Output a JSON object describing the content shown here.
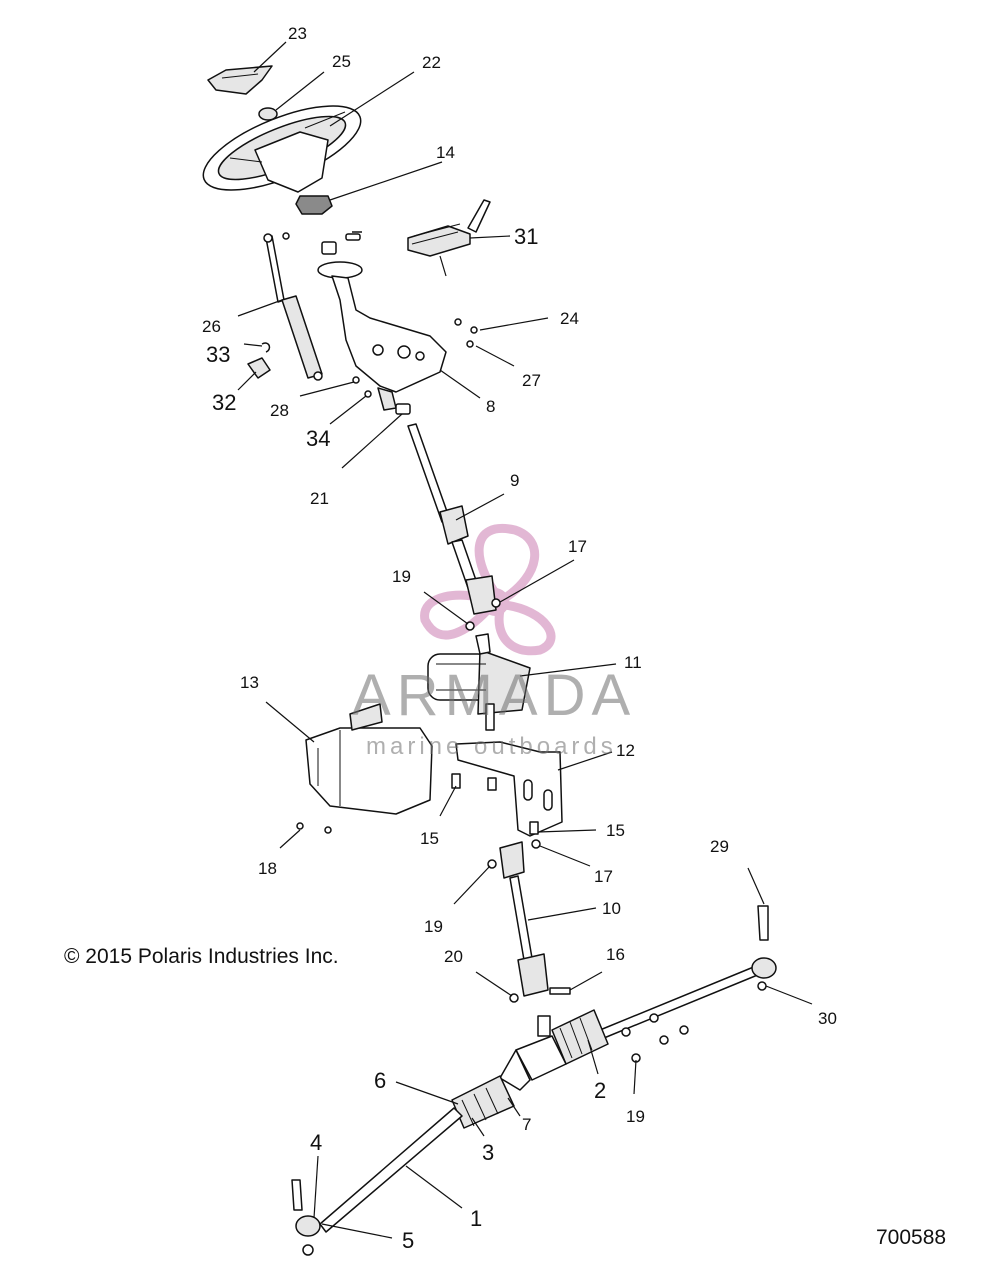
{
  "copyright": "© 2015 Polaris Industries Inc.",
  "diagram_id": "700588",
  "watermark": {
    "title": "ARMADA",
    "subtitle": "marine outboards",
    "color": "#d9a0c6"
  },
  "callouts": {
    "c1": "1",
    "c2": "2",
    "c3": "3",
    "c4": "4",
    "c5": "5",
    "c6": "6",
    "c7": "7",
    "c8": "8",
    "c9": "9",
    "c10": "10",
    "c11": "11",
    "c12": "12",
    "c13": "13",
    "c14": "14",
    "c15a": "15",
    "c15b": "15",
    "c16": "16",
    "c17a": "17",
    "c17b": "17",
    "c18": "18",
    "c19a": "19",
    "c19b": "19",
    "c19c": "19",
    "c20": "20",
    "c21": "21",
    "c22": "22",
    "c23": "23",
    "c24": "24",
    "c25": "25",
    "c26": "26",
    "c27": "27",
    "c28": "28",
    "c29": "29",
    "c30": "30",
    "c31": "31",
    "c32": "32",
    "c33": "33",
    "c34": "34"
  }
}
